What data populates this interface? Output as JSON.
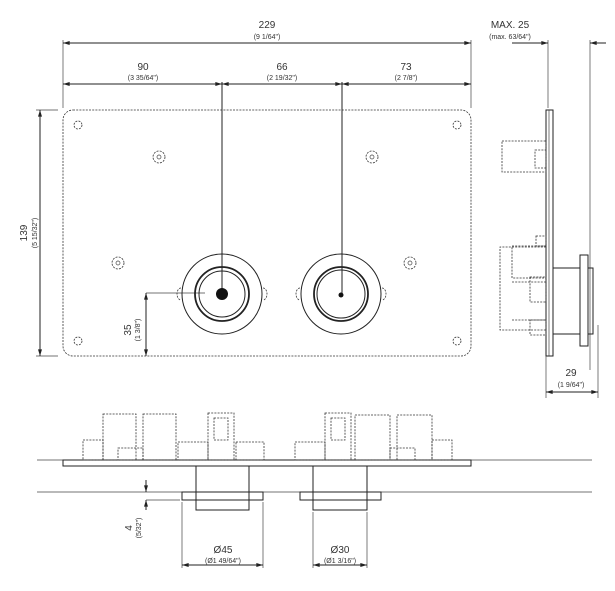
{
  "front_view": {
    "width": {
      "mm": "229",
      "inch": "(9 1/64\")"
    },
    "segment_1": {
      "mm": "90",
      "inch": "(3 35/64\")"
    },
    "segment_2": {
      "mm": "66",
      "inch": "(2 19/32\")"
    },
    "segment_3": {
      "mm": "73",
      "inch": "(2 7/8\")"
    },
    "height": {
      "mm": "139",
      "inch": "(5 15/32\")"
    },
    "knob_height": {
      "mm": "35",
      "inch": "(1 3/8\")"
    }
  },
  "side_view": {
    "max_depth": {
      "mm": "MAX. 25",
      "inch": "(max. 63/64\")"
    },
    "projection": {
      "mm": "29",
      "inch": "(1 9/64\")"
    }
  },
  "bottom_view": {
    "flange_thickness": {
      "mm": "4",
      "inch": "(5/32\")"
    },
    "diameter_left": {
      "mm": "Ø45",
      "inch": "(Ø1 49/64\")"
    },
    "diameter_right": {
      "mm": "Ø30",
      "inch": "(Ø1 3/16\")"
    }
  }
}
